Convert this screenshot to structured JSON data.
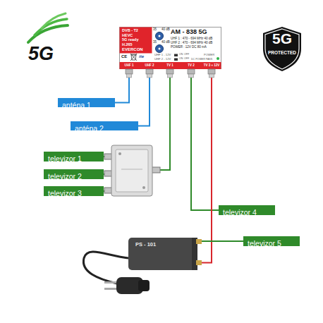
{
  "diagram": {
    "nodes": [
      {
        "text": [
          "DVB - T2",
          "HEVC",
          "5G ready",
          "H.265",
          "EVERCON",
          "AM - 838 5G",
          "UHF 1 : 470 - 694 MHz 40 dB",
          "UHF 2 : 470 - 694 MHz 40 dB",
          "POWER : 12V DC 80 mA",
          "35",
          "40 dB",
          "35",
          "40 dB",
          "CE",
          "ite",
          "UHF 1 - 12V",
          "ON",
          "OFF",
          "UHF 2 - 12V",
          "ON",
          "OFF",
          "DC POWER PASS",
          "POWER",
          "UHF 1",
          "UHF 2",
          "TV 1",
          "TV 2",
          "TV 3 + 12V"
        ]
      },
      {
        "text": [
          "5G",
          "PROTECTED"
        ]
      },
      {
        "text": [
          "anténa 1"
        ]
      },
      {
        "text": [
          "anténa 2"
        ]
      },
      {
        "text": [
          "televizor 1"
        ]
      },
      {
        "text": [
          "televizor 2"
        ]
      },
      {
        "text": [
          "televizor 3"
        ]
      },
      {
        "text": [
          "televizor 4"
        ]
      },
      {
        "text": [
          "PS - 101"
        ]
      },
      {
        "text": [
          "televizor 5"
        ]
      }
    ],
    "edges": [
      {
        "from": 2,
        "to": 0,
        "arrow": "none"
      },
      {
        "from": 3,
        "to": 0,
        "arrow": "none"
      },
      {
        "from": 0,
        "to": 4,
        "arrow": "none"
      },
      {
        "from": 0,
        "to": 5,
        "arrow": "none"
      },
      {
        "from": 0,
        "to": 6,
        "arrow": "none"
      },
      {
        "from": 0,
        "to": 7,
        "arrow": "none"
      },
      {
        "from": 0,
        "to": 8,
        "arrow": "none"
      },
      {
        "from": 8,
        "to": 9,
        "arrow": "none"
      }
    ],
    "labels": [
      "5G"
    ]
  }
}
